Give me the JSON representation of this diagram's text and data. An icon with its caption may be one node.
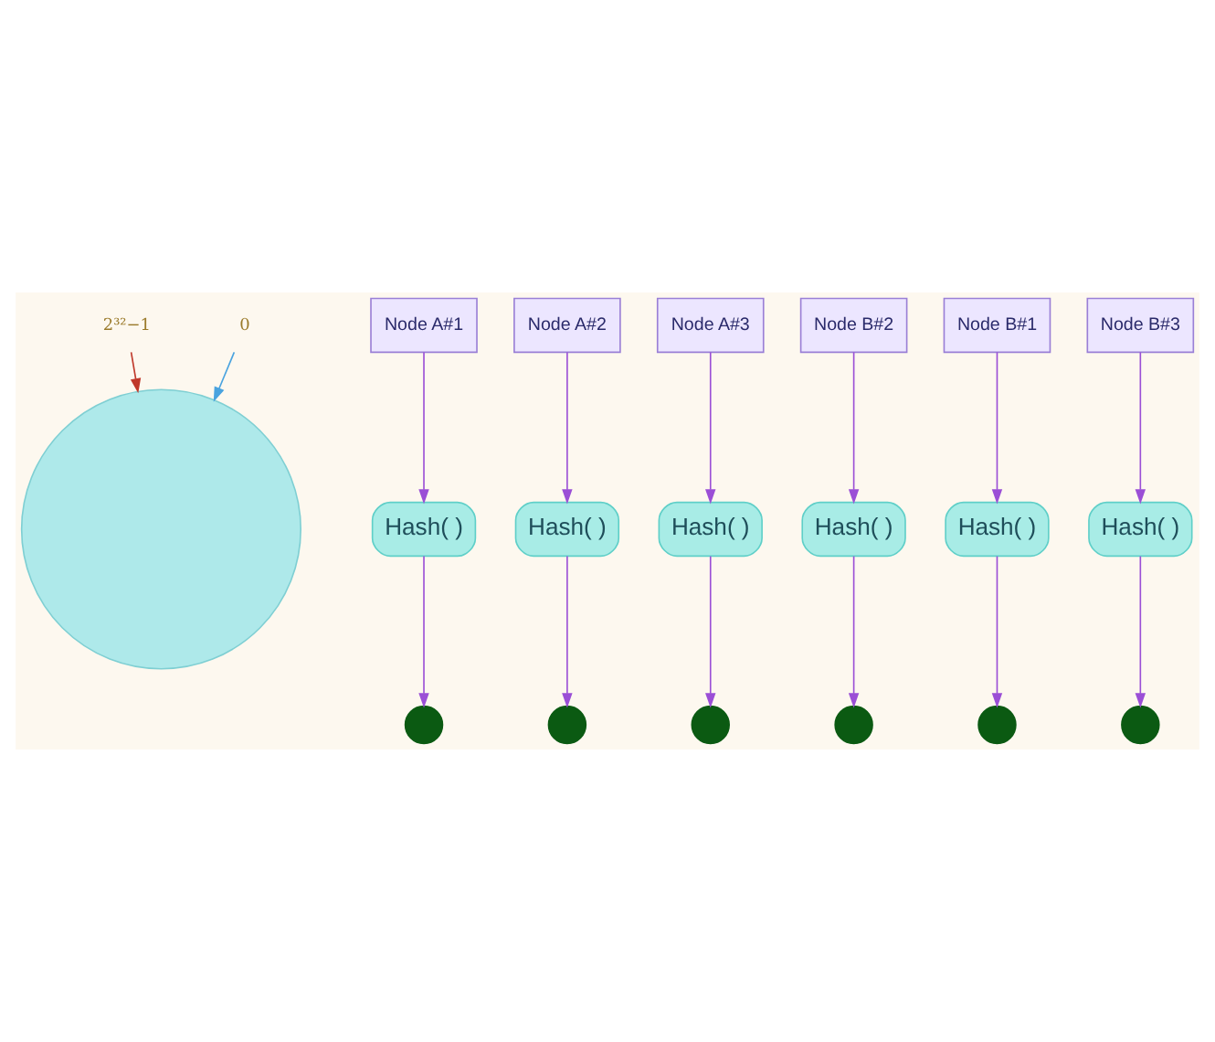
{
  "diagram": {
    "nodes": [
      {
        "text": [],
        "shape": "circle"
      },
      {
        "text": [
          "Node A#1"
        ]
      },
      {
        "text": [
          "Hash( )"
        ]
      },
      {
        "text": [],
        "shape": "circle"
      },
      {
        "text": [
          "Node A#2"
        ]
      },
      {
        "text": [
          "Hash( )"
        ]
      },
      {
        "text": [],
        "shape": "circle"
      },
      {
        "text": [
          "Node A#3"
        ]
      },
      {
        "text": [
          "Hash( )"
        ]
      },
      {
        "text": [],
        "shape": "circle"
      },
      {
        "text": [],
        "shape": "circle"
      },
      {
        "text": [],
        "shape": "circle"
      },
      {
        "text": [],
        "shape": "circle"
      },
      {
        "text": [
          "Hash( )"
        ]
      },
      {
        "text": [
          "Hash( )"
        ]
      },
      {
        "text": [
          "Hash( )"
        ]
      },
      {
        "text": [
          "Node B#2"
        ]
      },
      {
        "text": [
          "Node B#1"
        ]
      },
      {
        "text": [
          "Node B#3"
        ]
      },
      {
        "text": [
          "2³²−1"
        ]
      },
      {
        "text": [
          "0"
        ]
      }
    ],
    "edges": [
      {
        "from": 1,
        "to": 2,
        "arrow": "to"
      },
      {
        "from": 2,
        "to": 3,
        "arrow": "to"
      },
      {
        "from": 4,
        "to": 5,
        "arrow": "to"
      },
      {
        "from": 5,
        "to": 6,
        "arrow": "to"
      },
      {
        "from": 7,
        "to": 8,
        "arrow": "to"
      },
      {
        "from": 8,
        "to": 9,
        "arrow": "to"
      },
      {
        "from": 16,
        "to": 13,
        "arrow": "to"
      },
      {
        "from": 13,
        "to": 10,
        "arrow": "to"
      },
      {
        "from": 17,
        "to": 14,
        "arrow": "to"
      },
      {
        "from": 14,
        "to": 11,
        "arrow": "to"
      },
      {
        "from": 18,
        "to": 15,
        "arrow": "to"
      },
      {
        "from": 15,
        "to": 12,
        "arrow": "to"
      },
      {
        "from": 19,
        "to": 0,
        "arrow": "to",
        "color": "#c0392b"
      },
      {
        "from": 20,
        "to": 0,
        "arrow": "to",
        "color": "#4aa3df"
      }
    ]
  }
}
